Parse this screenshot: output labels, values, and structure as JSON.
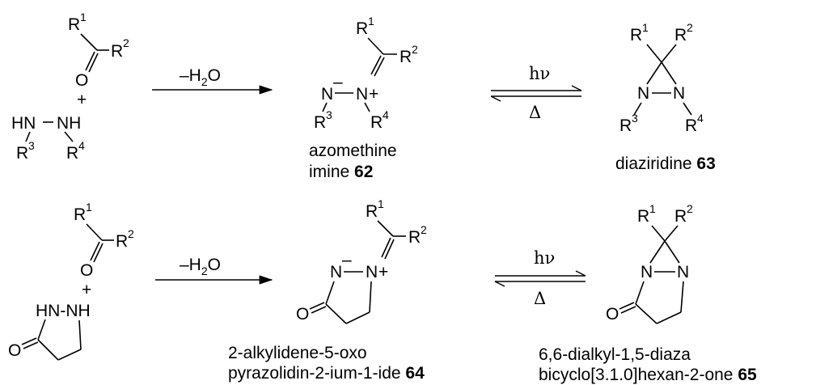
{
  "text": {
    "r1": "R",
    "r2": "R",
    "r3": "R",
    "r4": "R",
    "s1": "1",
    "s2": "2",
    "s3": "3",
    "s4": "4",
    "O": "O",
    "N": "N",
    "HN": "HN",
    "NH": "NH",
    "HN_NH": "HN-NH",
    "plus": "+",
    "minus": "–",
    "minus_water": "–H",
    "water_sub": "2",
    "water_o": "O",
    "hv": "hν",
    "delta": "Δ",
    "cap62_line1": "azomethine",
    "cap62_line2_text": "imine ",
    "cap62_num": "62",
    "cap63_text": "diaziridine ",
    "cap63_num": "63",
    "cap64_line1": "2-alkylidene-5-oxo",
    "cap64_line2_text": "pyrazolidin-2-ium-1-ide ",
    "cap64_num": "64",
    "cap65_line1": "6,6-dialkyl-1,5-diaza",
    "cap65_line2_text": "bicyclo[3.1.0]hexan-2-one ",
    "cap65_num": "65"
  }
}
